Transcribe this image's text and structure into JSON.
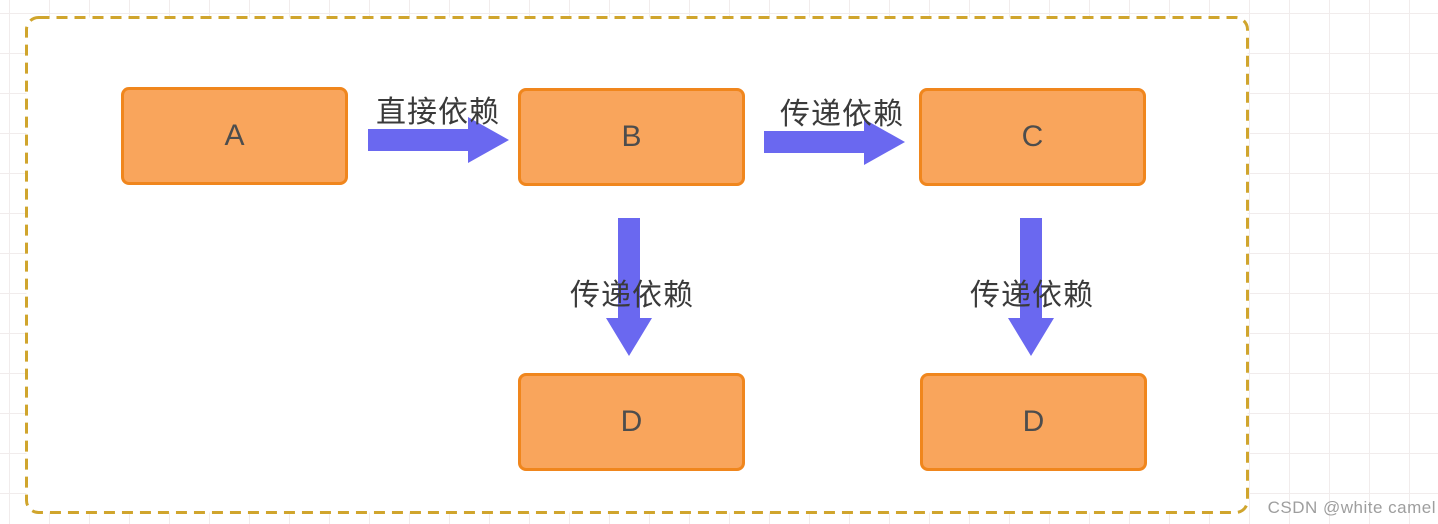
{
  "diagram": {
    "nodes": [
      {
        "id": "A",
        "label": "A"
      },
      {
        "id": "B",
        "label": "B"
      },
      {
        "id": "C",
        "label": "C"
      },
      {
        "id": "D1",
        "label": "D"
      },
      {
        "id": "D2",
        "label": "D"
      }
    ],
    "edges": [
      {
        "from": "A",
        "to": "B",
        "direction": "right",
        "label": "直接依赖"
      },
      {
        "from": "B",
        "to": "C",
        "direction": "right",
        "label": "传递依赖"
      },
      {
        "from": "B",
        "to": "D1",
        "direction": "down",
        "label": "传递依赖"
      },
      {
        "from": "C",
        "to": "D2",
        "direction": "down",
        "label": "传递依赖"
      }
    ],
    "colors": {
      "node_fill": "#F9A55C",
      "node_border": "#F0861D",
      "node_text": "#4D4D4D",
      "arrow": "#6A68F0",
      "edge_label_text": "#3A3A3A",
      "panel_border": "#D0A52D",
      "grid_line": "#F1ECEC",
      "watermark_text": "#9E9E9E"
    }
  },
  "watermark": {
    "text": "CSDN @white camel"
  }
}
